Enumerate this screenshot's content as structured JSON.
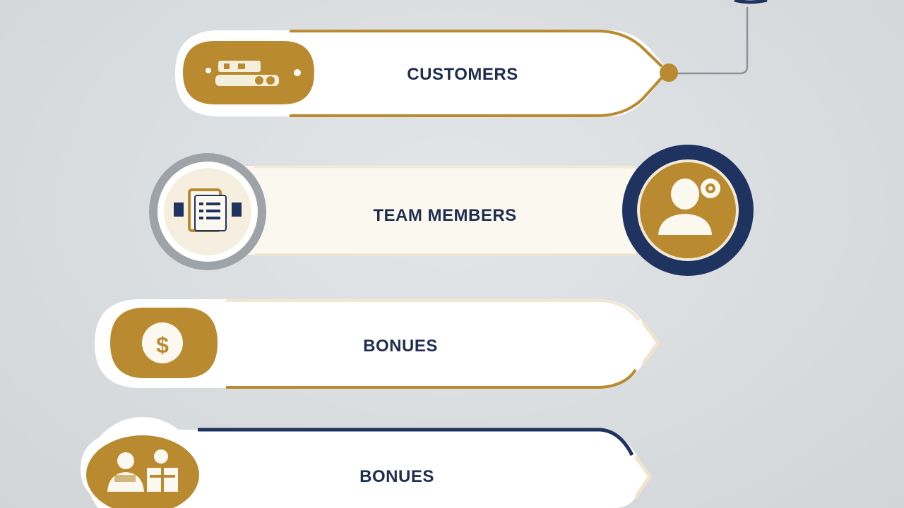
{
  "colors": {
    "gold": "#b98a2f",
    "navy": "#1f3361",
    "cream": "#fbf8f0",
    "white": "#ffffff",
    "gray": "#9ea3a8",
    "text": "#1f2d4f"
  },
  "rows": [
    {
      "label": "CUSTOMERS",
      "icon": "customers-badge-icon"
    },
    {
      "label": "TEAM MEMBERS",
      "icon": "document-list-icon",
      "side_icon": "person-icon"
    },
    {
      "label": "BONUES",
      "icon": "dollar-icon"
    },
    {
      "label": "BONUES",
      "icon": "people-group-icon"
    }
  ]
}
